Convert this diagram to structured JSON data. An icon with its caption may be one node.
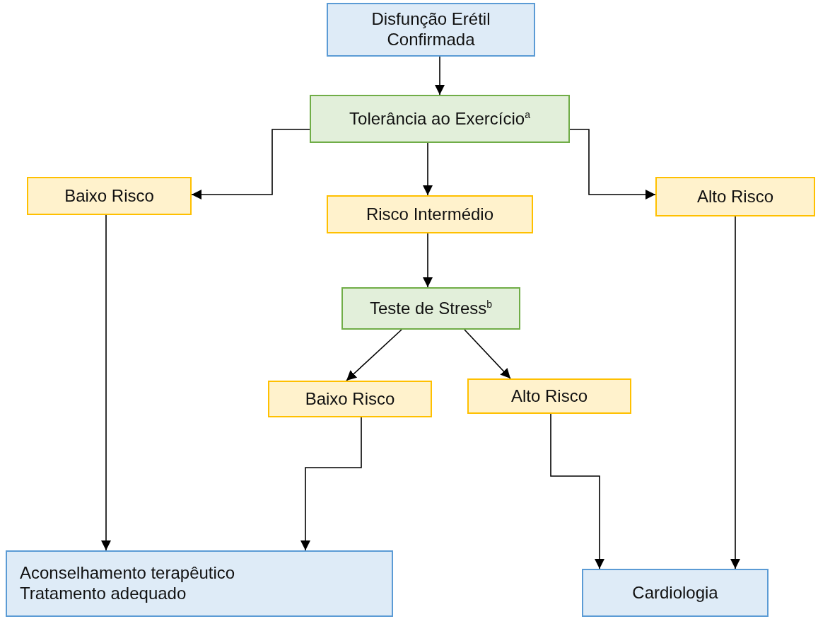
{
  "diagram": {
    "nodes": [
      {
        "text": [
          "Disfunção Erétil Confirmada"
        ]
      },
      {
        "text": [
          "Tolerância ao Exercício$^{a}$"
        ]
      },
      {
        "text": [
          "Baixo Risco"
        ]
      },
      {
        "text": [
          "Risco Intermédio"
        ]
      },
      {
        "text": [
          "Alto Risco"
        ]
      },
      {
        "text": [
          "Teste de Stress$^{b}$"
        ]
      },
      {
        "text": [
          "Baixo Risco"
        ]
      },
      {
        "text": [
          "Alto Risco"
        ]
      },
      {
        "text": [
          "Aconselhamento terapêutico",
          "Tratamento adequado"
        ]
      },
      {
        "text": [
          "Cardiologia"
        ]
      }
    ],
    "edges": [
      {
        "from": 0,
        "to": 1,
        "arrow": "to"
      },
      {
        "from": 1,
        "to": 2,
        "arrow": "to"
      },
      {
        "from": 1,
        "to": 3,
        "arrow": "to"
      },
      {
        "from": 1,
        "to": 4,
        "arrow": "to"
      },
      {
        "from": 3,
        "to": 5,
        "arrow": "to"
      },
      {
        "from": 5,
        "to": 6,
        "arrow": "to"
      },
      {
        "from": 5,
        "to": 7,
        "arrow": "to"
      },
      {
        "from": 2,
        "to": 8,
        "arrow": "to"
      },
      {
        "from": 6,
        "to": 8,
        "arrow": "to"
      },
      {
        "from": 7,
        "to": 9,
        "arrow": "to"
      },
      {
        "from": 4,
        "to": 9,
        "arrow": "to"
      }
    ]
  }
}
